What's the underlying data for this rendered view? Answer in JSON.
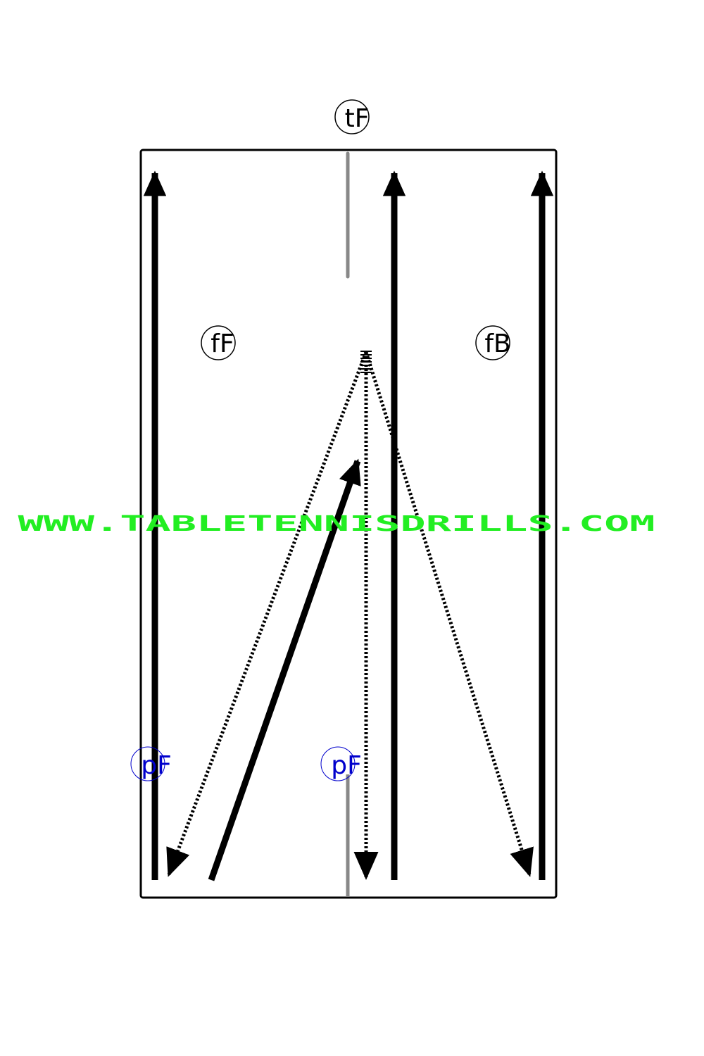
{
  "labels": {
    "top": "tF",
    "left_mid": "fF",
    "right_mid": "fB",
    "bottom_left": "pF",
    "bottom_center": "pF"
  },
  "watermark": "WWW.TABLETENNISDRILLS.COM",
  "colors": {
    "black_label": "#000000",
    "blue_label": "#0000cc",
    "watermark": "#22ee22",
    "table_line": "#000000",
    "center_line": "#888888"
  }
}
